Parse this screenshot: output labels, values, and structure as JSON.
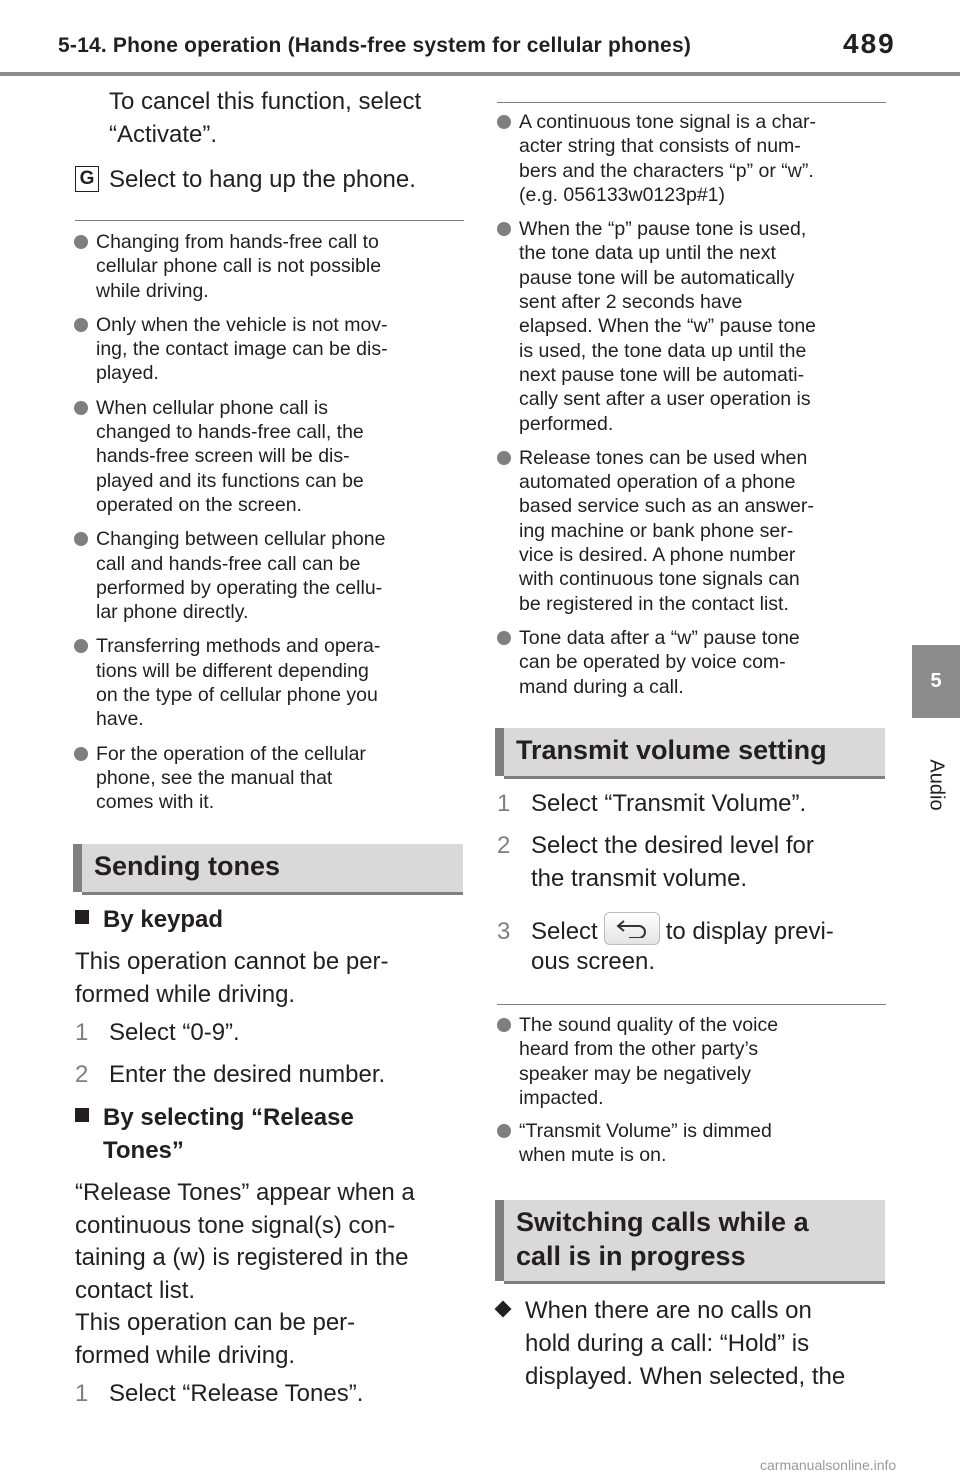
{
  "header": {
    "title": "5-14. Phone operation (Hands-free system for cellular phones)",
    "page_number": "489"
  },
  "side_tab": {
    "number": "5",
    "label": "Audio"
  },
  "left": {
    "cancel_text_1": "To cancel this function, select",
    "cancel_text_2": "“Activate”.",
    "g_key": "G",
    "g_text": "Select to hang up the phone.",
    "notes": [
      [
        "Changing from hands-free call to",
        "cellular phone call is not possible",
        "while driving."
      ],
      [
        "Only when the vehicle is not mov-",
        "ing, the contact image can be dis-",
        "played."
      ],
      [
        "When cellular phone call is",
        "changed to hands-free call, the",
        "hands-free screen will be dis-",
        "played and its functions can be",
        "operated on the screen."
      ],
      [
        "Changing between cellular phone",
        "call and hands-free call can be",
        "performed by operating the cellu-",
        "lar phone directly."
      ],
      [
        "Transferring methods and opera-",
        "tions will be different depending",
        "on the type of cellular phone you",
        "have."
      ],
      [
        "For the operation of the cellular",
        "phone, see the manual that",
        "comes with it."
      ]
    ],
    "sending_tones_heading": "Sending tones",
    "by_keypad": "By keypad",
    "keypad_text_1": "This operation cannot be per-",
    "keypad_text_2": "formed while driving.",
    "keypad_steps": [
      {
        "num": "1",
        "text": "Select “0-9”."
      },
      {
        "num": "2",
        "text": "Enter the desired number."
      }
    ],
    "by_release_1": "By selecting “Release",
    "by_release_2": "Tones”",
    "release_text": [
      "“Release Tones” appear when a",
      "continuous tone signal(s) con-",
      "taining a (w) is registered in the",
      "contact list.",
      "This operation can be per-",
      "formed while driving."
    ],
    "release_step": {
      "num": "1",
      "text": "Select “Release Tones”."
    }
  },
  "right": {
    "notes": [
      [
        "A continuous tone signal is a char-",
        "acter string that consists of num-",
        "bers and the characters “p” or “w”.",
        "(e.g. 056133w0123p#1)"
      ],
      [
        "When the “p” pause tone is used,",
        "the tone data up until the next",
        "pause tone will be automatically",
        "sent after 2 seconds have",
        "elapsed. When the “w” pause tone",
        "is used, the tone data up until the",
        "next pause tone will be automati-",
        "cally sent after a user operation is",
        "performed."
      ],
      [
        "Release tones can be used when",
        "automated operation of a phone",
        "based service such as an answer-",
        "ing machine or bank phone ser-",
        "vice is desired. A phone number",
        "with continuous tone signals can",
        "be registered in the contact list."
      ],
      [
        "Tone data after a “w” pause tone",
        "can be operated by voice com-",
        "mand during a call."
      ]
    ],
    "transmit_heading": "Transmit volume setting",
    "transmit_steps": [
      {
        "num": "1",
        "text": "Select “Transmit Volume”."
      },
      {
        "num": "2",
        "text": "Select the desired level for"
      }
    ],
    "step2_cont": "the transmit volume.",
    "step3": {
      "num": "3",
      "pre": "Select",
      "post": "to display previ-",
      "cont": "ous screen."
    },
    "notes2": [
      [
        "The sound quality of the voice",
        "heard from the other party’s",
        "speaker may be negatively",
        "impacted."
      ],
      [
        "“Transmit Volume” is dimmed",
        "when mute is on."
      ]
    ],
    "switching_heading_1": "Switching calls while a",
    "switching_heading_2": "call is in progress",
    "hold_text": [
      "When there are no calls on",
      "hold during a call: “Hold” is",
      "displayed. When selected, the"
    ]
  },
  "watermark": "carmanualsonline.info"
}
